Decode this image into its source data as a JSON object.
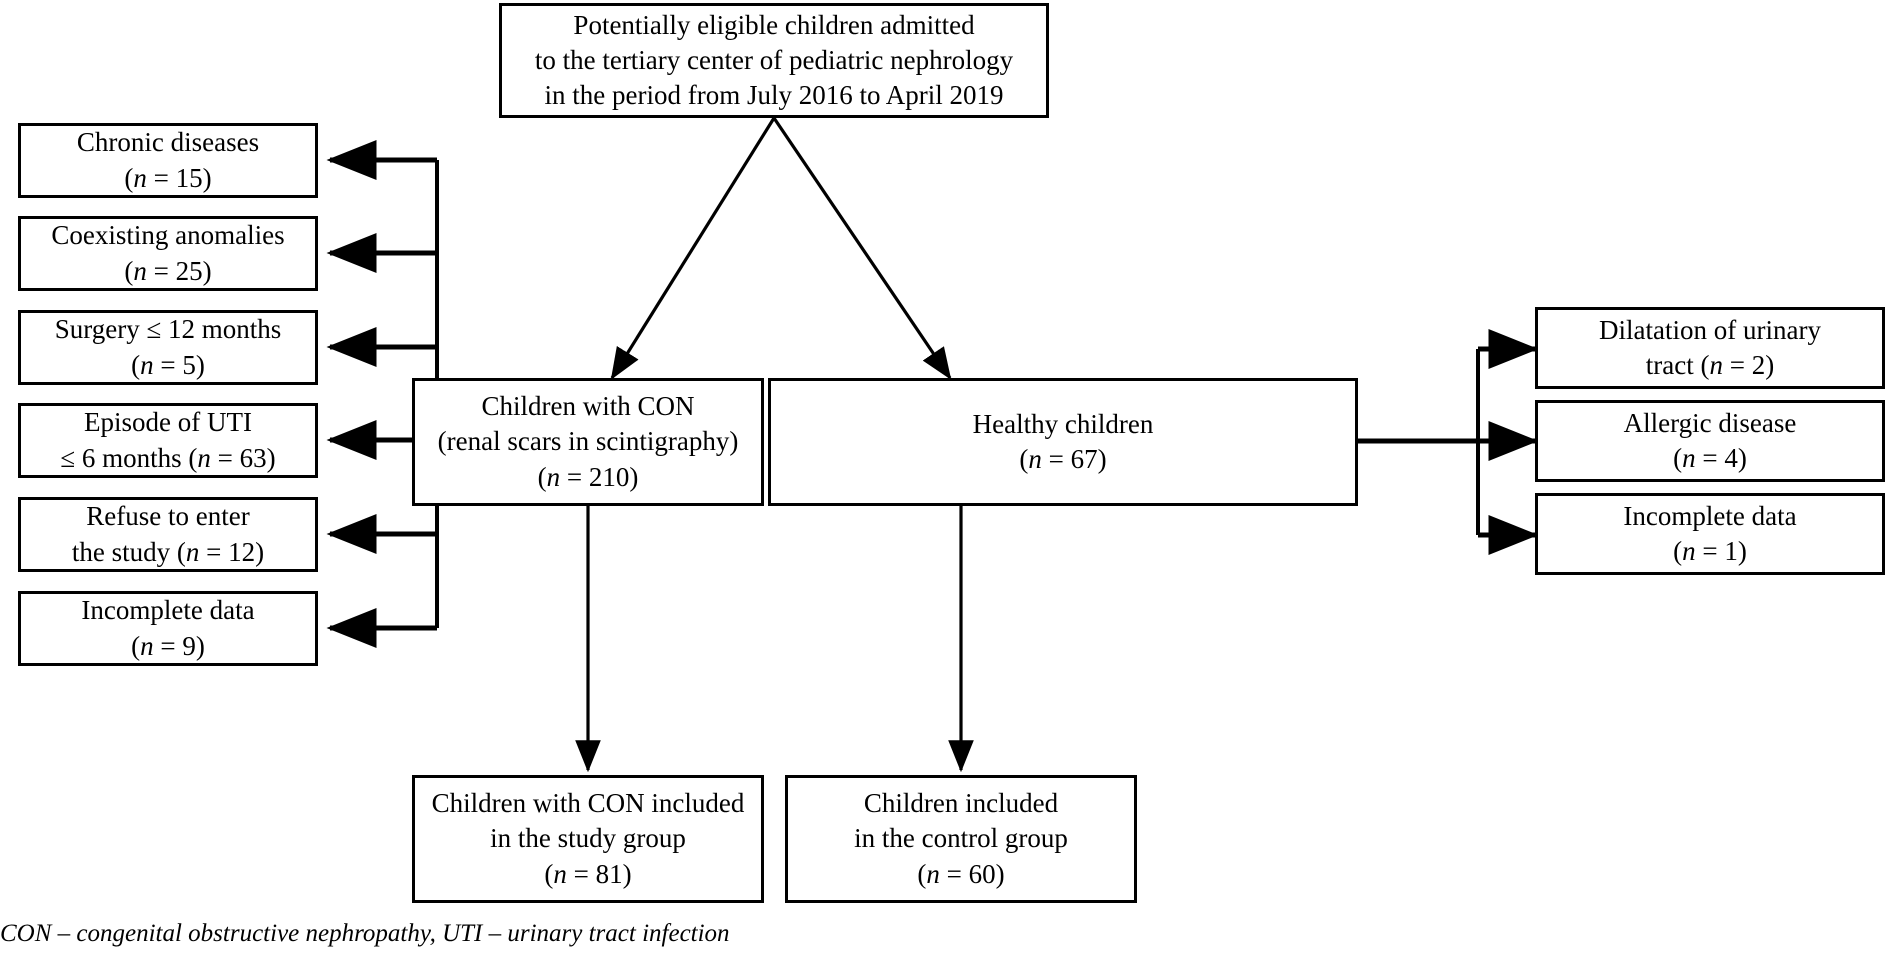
{
  "diagram": {
    "type": "flowchart",
    "title_node": {
      "id": "eligible",
      "lines": [
        "Potentially eligible children admitted",
        "to the tertiary center of pediatric nephrology",
        "in the period from July 2016 to April 2019"
      ]
    },
    "nodes": {
      "eligible": {
        "line1": "Potentially eligible children admitted",
        "line2": "to the tertiary center of pediatric nephrology",
        "line3": "in the period from July 2016 to April 2019"
      },
      "con_children": {
        "line1": "Children with CON",
        "line2": "(renal scars in scintigraphy)",
        "n_prefix": "(",
        "n_italic": "n",
        "n_suffix": " = 210)"
      },
      "healthy_children": {
        "line1": "Healthy children",
        "n_prefix": "(",
        "n_italic": "n",
        "n_suffix": " = 67)"
      },
      "study_group": {
        "line1": "Children with CON included",
        "line2": "in the study group",
        "n_prefix": "(",
        "n_italic": "n",
        "n_suffix": " = 81)"
      },
      "control_group": {
        "line1": "Children included",
        "line2": "in the control group",
        "n_prefix": "(",
        "n_italic": "n",
        "n_suffix": " = 60)"
      }
    },
    "exclusions_left": [
      {
        "id": "chronic-diseases",
        "line1": "Chronic diseases",
        "line2_prefix": "(",
        "line2_italic": "n",
        "line2_suffix": " = 15)",
        "single_line": false
      },
      {
        "id": "coexisting-anomalies",
        "line1": "Coexisting anomalies",
        "line2_prefix": "(",
        "line2_italic": "n",
        "line2_suffix": " = 25)",
        "single_line": false
      },
      {
        "id": "surgery-12-months",
        "line1": "Surgery ≤ 12 months",
        "line2_prefix": "(",
        "line2_italic": "n",
        "line2_suffix": " = 5)",
        "single_line": false
      },
      {
        "id": "episode-of-uti",
        "line1": "Episode of UTI",
        "line2_prefix": "≤ 6 months (",
        "line2_italic": "n",
        "line2_suffix": " = 63)",
        "single_line": false
      },
      {
        "id": "refuse-to-enter",
        "line1": "Refuse to enter",
        "line2_prefix": "the study (",
        "line2_italic": "n",
        "line2_suffix": " = 12)",
        "single_line": false
      },
      {
        "id": "incomplete-data-left",
        "line1": "Incomplete data",
        "line2_prefix": "(",
        "line2_italic": "n",
        "line2_suffix": " = 9)",
        "single_line": false
      }
    ],
    "exclusions_right": [
      {
        "id": "dilatation-urinary-tract",
        "line1": "Dilatation of urinary",
        "line2_prefix": "tract (",
        "line2_italic": "n",
        "line2_suffix": " = 2)"
      },
      {
        "id": "allergic-disease",
        "line1": "Allergic disease",
        "line2_prefix": "(",
        "line2_italic": "n",
        "line2_suffix": " = 4)"
      },
      {
        "id": "incomplete-data-right",
        "line1": "Incomplete data",
        "line2_prefix": "(",
        "line2_italic": "n",
        "line2_suffix": " = 1)"
      }
    ],
    "footnote": {
      "text": "CON – congenital obstructive nephropathy, UTI – urinary tract infection"
    },
    "colors": {
      "stroke": "#000000",
      "background": "#ffffff",
      "text": "#000000"
    }
  }
}
